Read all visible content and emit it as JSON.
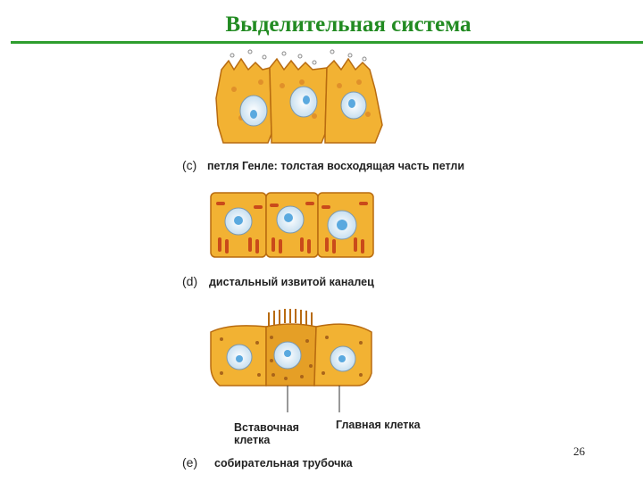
{
  "title": "Выделительная система",
  "page_number": "26",
  "colors": {
    "title": "#228b22",
    "rule": "#2e9e2e",
    "cell_fill": "#f2b233",
    "cell_stroke": "#b86b10",
    "organelle": "#c94a1a",
    "nucleus": "#5aa9df"
  },
  "panels": {
    "c": {
      "letter": "(c)",
      "caption": "петля Генле: толстая восходящая часть петли"
    },
    "d": {
      "letter": "(d)",
      "caption": "дистальный извитой каналец"
    },
    "e": {
      "letter": "(e)",
      "caption": "собирательная трубочка",
      "label_intercalated_line1": "Вставочная",
      "label_intercalated_line2": "клетка",
      "label_principal": "Главная клетка"
    }
  }
}
